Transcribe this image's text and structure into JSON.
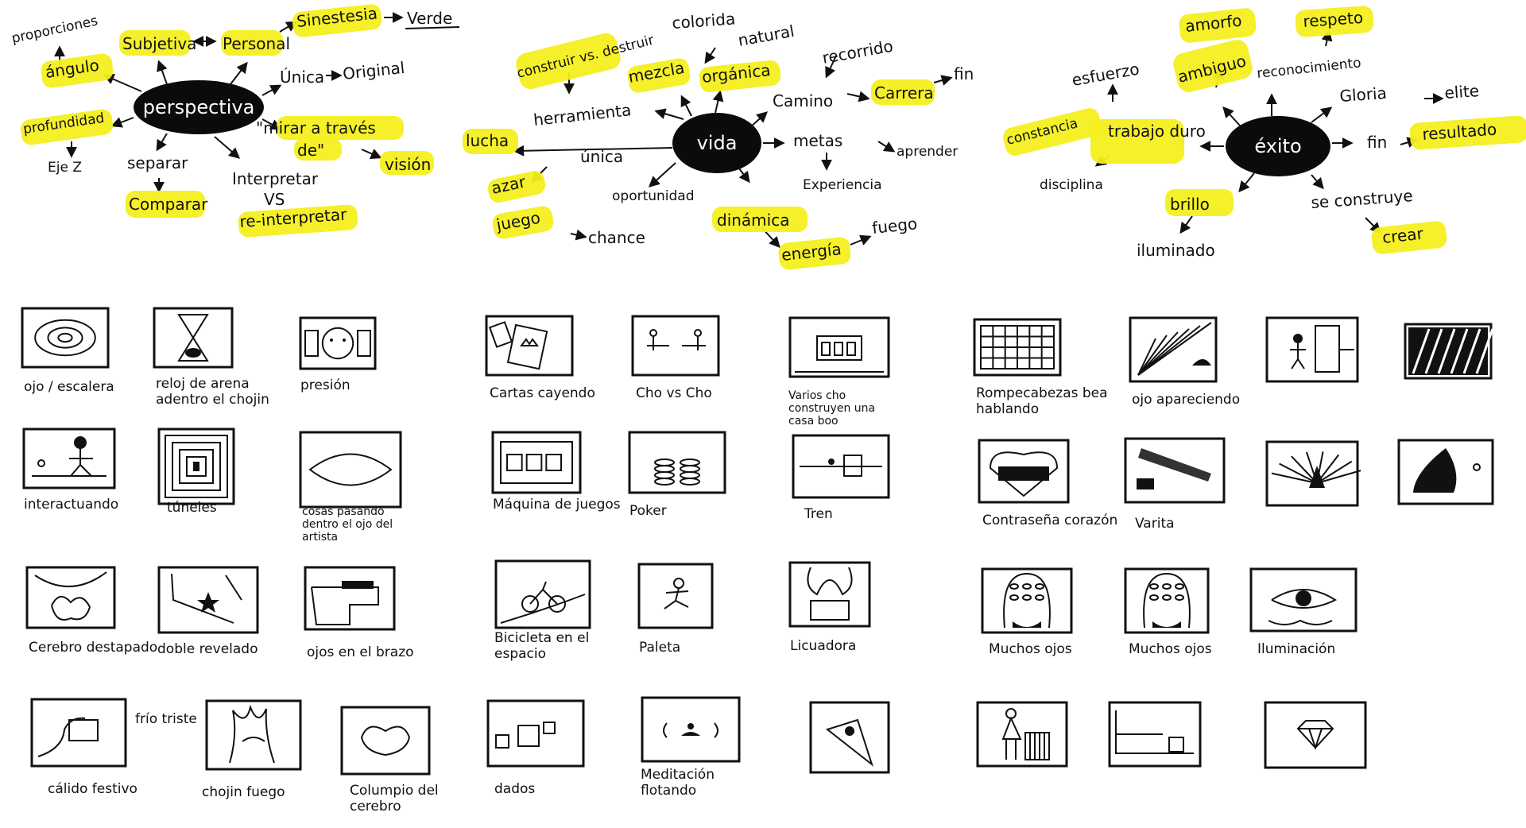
{
  "maps": [
    {
      "center": "perspectiva",
      "words": [
        {
          "text": "proporciones"
        },
        {
          "text": "ángulo",
          "highlight": true
        },
        {
          "text": "Subjetiva",
          "highlight": true
        },
        {
          "text": "Personal",
          "highlight": true
        },
        {
          "text": "Sinestesia",
          "highlight": true
        },
        {
          "text": "Verde",
          "underline": true
        },
        {
          "text": "Única"
        },
        {
          "text": "Original"
        },
        {
          "text": "profundidad",
          "highlight": true
        },
        {
          "text": "Eje Z"
        },
        {
          "text": "separar"
        },
        {
          "text": "Comparar",
          "highlight": true
        },
        {
          "text": "\"mirar a través",
          "highlight": true
        },
        {
          "text": "de\"",
          "highlight": true
        },
        {
          "text": "visión",
          "highlight": true
        },
        {
          "text": "Interpretar"
        },
        {
          "text": "VS"
        },
        {
          "text": "re-interpretar",
          "highlight": true
        }
      ]
    },
    {
      "center": "vida",
      "words": [
        {
          "text": "colorida"
        },
        {
          "text": "natural"
        },
        {
          "text": "construir vs. destruir",
          "highlight": true
        },
        {
          "text": "mezcla",
          "highlight": true
        },
        {
          "text": "orgánica",
          "highlight": true
        },
        {
          "text": "recorrido"
        },
        {
          "text": "Camino"
        },
        {
          "text": "Carrera",
          "highlight": true
        },
        {
          "text": "fin"
        },
        {
          "text": "herramienta"
        },
        {
          "text": "lucha",
          "highlight": true
        },
        {
          "text": "única"
        },
        {
          "text": "metas"
        },
        {
          "text": "aprender"
        },
        {
          "text": "Experiencia"
        },
        {
          "text": "azar",
          "highlight": true
        },
        {
          "text": "oportunidad"
        },
        {
          "text": "juego",
          "highlight": true
        },
        {
          "text": "chance"
        },
        {
          "text": "dinámica",
          "highlight": true
        },
        {
          "text": "energía",
          "highlight": true
        },
        {
          "text": "fuego"
        }
      ]
    },
    {
      "center": "éxito",
      "words": [
        {
          "text": "amorfo",
          "highlight": true
        },
        {
          "text": "respeto",
          "highlight": true
        },
        {
          "text": "esfuerzo"
        },
        {
          "text": "ambiguo",
          "highlight": true
        },
        {
          "text": "reconocimiento"
        },
        {
          "text": "Gloria"
        },
        {
          "text": "elite"
        },
        {
          "text": "constancia",
          "highlight": true
        },
        {
          "text": "trabajo duro",
          "highlight": true
        },
        {
          "text": "fin"
        },
        {
          "text": "resultado",
          "highlight": true
        },
        {
          "text": "disciplina"
        },
        {
          "text": "brillo",
          "highlight": true
        },
        {
          "text": "se construye"
        },
        {
          "text": "iluminado"
        },
        {
          "text": "crear",
          "highlight": true
        }
      ]
    }
  ],
  "storyboards": [
    {
      "caption": "ojo / escalera",
      "icon": "spiral-eye"
    },
    {
      "caption": "reloj de arena adentro el chojin",
      "icon": "hourglass"
    },
    {
      "caption": "presión",
      "icon": "pressed-face"
    },
    {
      "caption": "interactuando",
      "icon": "stick-figures"
    },
    {
      "caption": "túneles",
      "icon": "tunnel"
    },
    {
      "caption": "cosas pasando dentro el ojo del artista",
      "icon": "eye-outline"
    },
    {
      "caption": "Cerebro destapado",
      "icon": "brain-open"
    },
    {
      "caption": "doble revelado",
      "icon": "star-map"
    },
    {
      "caption": "ojos en el brazo",
      "icon": "arm-eyes"
    },
    {
      "caption": "frío triste",
      "icon": "hand-box"
    },
    {
      "caption": "cálido festivo",
      "icon": "hand-box"
    },
    {
      "caption": "chojin fuego",
      "icon": "fire-hand"
    },
    {
      "caption": "Columpio del cerebro",
      "icon": "brain-swing"
    },
    {
      "caption": "Cartas cayendo",
      "icon": "cards"
    },
    {
      "caption": "Cho vs Cho",
      "icon": "figures-facing"
    },
    {
      "caption": "Varios cho construyen una casa boo",
      "icon": "house"
    },
    {
      "caption": "Máquina de juegos",
      "icon": "slot-machine"
    },
    {
      "caption": "Poker",
      "icon": "chips"
    },
    {
      "caption": "Tren",
      "icon": "train"
    },
    {
      "caption": "Bicicleta en el espacio",
      "icon": "bicycle"
    },
    {
      "caption": "Paleta",
      "icon": "runner"
    },
    {
      "caption": "Licuadora",
      "icon": "blender"
    },
    {
      "caption": "dados",
      "icon": "dice"
    },
    {
      "caption": "Meditación flotando",
      "icon": "meditation"
    },
    {
      "caption": "",
      "icon": "hand-eye"
    },
    {
      "caption": "Rompecabezas bea hablando",
      "icon": "puzzle"
    },
    {
      "caption": "ojo apareciendo",
      "icon": "eye-rays"
    },
    {
      "caption": "",
      "icon": "door-figure"
    },
    {
      "caption": "",
      "icon": "dark-pattern"
    },
    {
      "caption": "Contraseña corazón",
      "icon": "heart-password"
    },
    {
      "caption": "Varita",
      "icon": "wand"
    },
    {
      "caption": "",
      "icon": "light-rays"
    },
    {
      "caption": "",
      "icon": "crouching-figure"
    },
    {
      "caption": "Muchos ojos",
      "icon": "many-eyes-face"
    },
    {
      "caption": "Muchos ojos",
      "icon": "many-eyes-face"
    },
    {
      "caption": "Iluminación",
      "icon": "big-eye"
    },
    {
      "caption": "",
      "icon": "person-piano"
    },
    {
      "caption": "",
      "icon": "sofa-box"
    },
    {
      "caption": "",
      "icon": "diamond"
    }
  ],
  "colors": {
    "highlight": "#f4ef1e",
    "ink": "#111111",
    "blob": "#0b0b0b"
  }
}
